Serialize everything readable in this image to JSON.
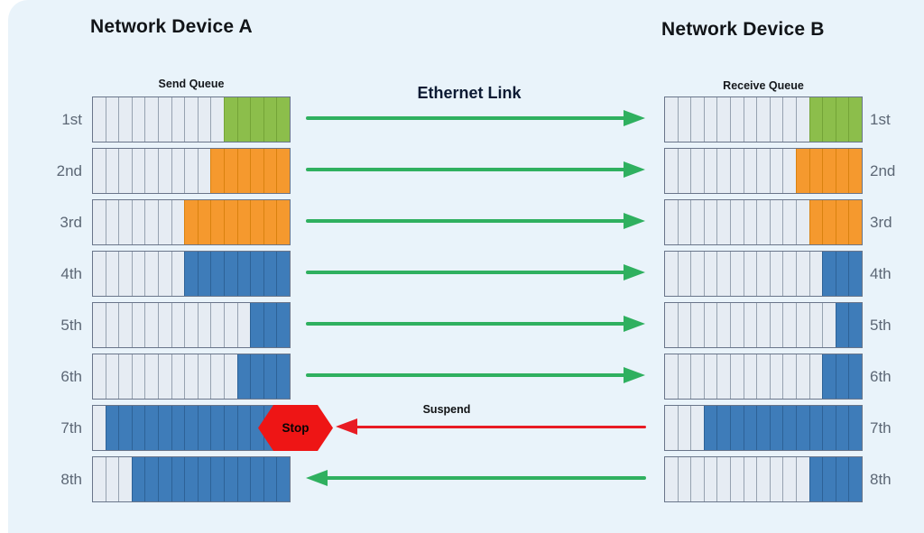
{
  "page": {
    "background": "#e9f3fa"
  },
  "device_a": {
    "title": "Network Device A",
    "queue_label": "Send Queue"
  },
  "device_b": {
    "title": "Network Device B",
    "queue_label": "Receive Queue"
  },
  "link": {
    "label": "Ethernet Link"
  },
  "flow_control": {
    "suspend_label": "Suspend",
    "stop_label": "Stop"
  },
  "palette": {
    "empty_cell": "#e6ecf3",
    "green": "#8cbe4b",
    "orange": "#f5992e",
    "blue": "#3e7cb9",
    "arrow_green": "#2fb05f",
    "arrow_red": "#e81b23",
    "stop_red": "#ee1515"
  },
  "queue_cells_total": 15,
  "rows": [
    {
      "label": "1st",
      "send": {
        "empty": 10,
        "filled": 5,
        "fill": "green"
      },
      "receive": {
        "empty": 11,
        "filled": 4,
        "fill": "green"
      },
      "arrow": {
        "dir": "right",
        "color": "green"
      }
    },
    {
      "label": "2nd",
      "send": {
        "empty": 9,
        "filled": 6,
        "fill": "orange"
      },
      "receive": {
        "empty": 10,
        "filled": 5,
        "fill": "orange"
      },
      "arrow": {
        "dir": "right",
        "color": "green"
      }
    },
    {
      "label": "3rd",
      "send": {
        "empty": 7,
        "filled": 8,
        "fill": "orange"
      },
      "receive": {
        "empty": 11,
        "filled": 4,
        "fill": "orange"
      },
      "arrow": {
        "dir": "right",
        "color": "green"
      }
    },
    {
      "label": "4th",
      "send": {
        "empty": 7,
        "filled": 8,
        "fill": "blue"
      },
      "receive": {
        "empty": 12,
        "filled": 3,
        "fill": "blue"
      },
      "arrow": {
        "dir": "right",
        "color": "green"
      }
    },
    {
      "label": "5th",
      "send": {
        "empty": 12,
        "filled": 3,
        "fill": "blue"
      },
      "receive": {
        "empty": 13,
        "filled": 2,
        "fill": "blue"
      },
      "arrow": {
        "dir": "right",
        "color": "green"
      }
    },
    {
      "label": "6th",
      "send": {
        "empty": 11,
        "filled": 4,
        "fill": "blue"
      },
      "receive": {
        "empty": 12,
        "filled": 3,
        "fill": "blue"
      },
      "arrow": {
        "dir": "right",
        "color": "green"
      }
    },
    {
      "label": "7th",
      "send": {
        "empty": 1,
        "filled": 14,
        "fill": "blue"
      },
      "receive": {
        "empty": 3,
        "filled": 12,
        "fill": "blue"
      },
      "arrow": {
        "dir": "left",
        "color": "red",
        "label": "Suspend",
        "stop": true
      }
    },
    {
      "label": "8th",
      "send": {
        "empty": 3,
        "filled": 12,
        "fill": "blue"
      },
      "receive": {
        "empty": 11,
        "filled": 4,
        "fill": "blue"
      },
      "arrow": {
        "dir": "left",
        "color": "green"
      }
    }
  ]
}
